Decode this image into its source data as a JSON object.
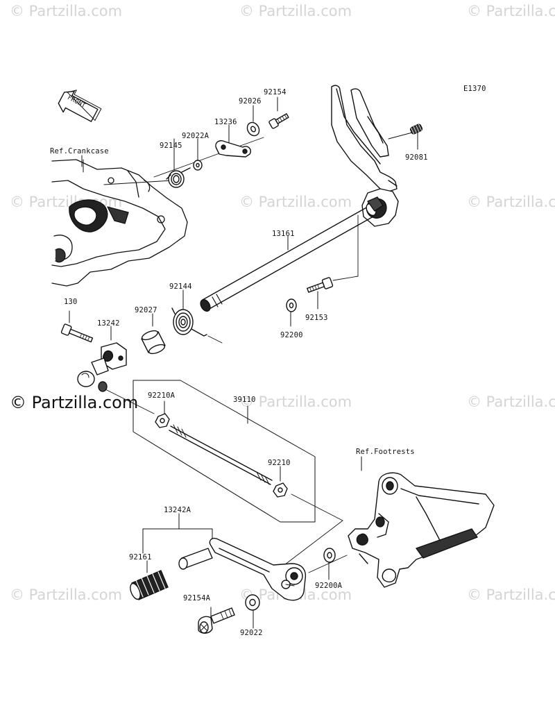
{
  "diagram_code": "E1370",
  "watermark": {
    "text": "© Partzilla.com",
    "main_text": "© Partzilla.com"
  },
  "references": {
    "crankcase": "Ref.Crankcase",
    "footrests": "Ref.Footrests",
    "front_arrow": "FRONT"
  },
  "parts": {
    "p92154": "92154",
    "p92026": "92026",
    "p13236": "13236",
    "p92022A": "92022A",
    "p92145": "92145",
    "p92081": "92081",
    "p13161": "13161",
    "p92144": "92144",
    "p92027": "92027",
    "p130": "130",
    "p13242": "13242",
    "p92153": "92153",
    "p92200": "92200",
    "p92210A": "92210A",
    "p39110": "39110",
    "p92210": "92210",
    "p13242A": "13242A",
    "p92161": "92161",
    "p92154A": "92154A",
    "p92022": "92022",
    "p92200A": "92200A"
  },
  "colors": {
    "line": "#111111",
    "watermark": "#d4d4d4"
  }
}
